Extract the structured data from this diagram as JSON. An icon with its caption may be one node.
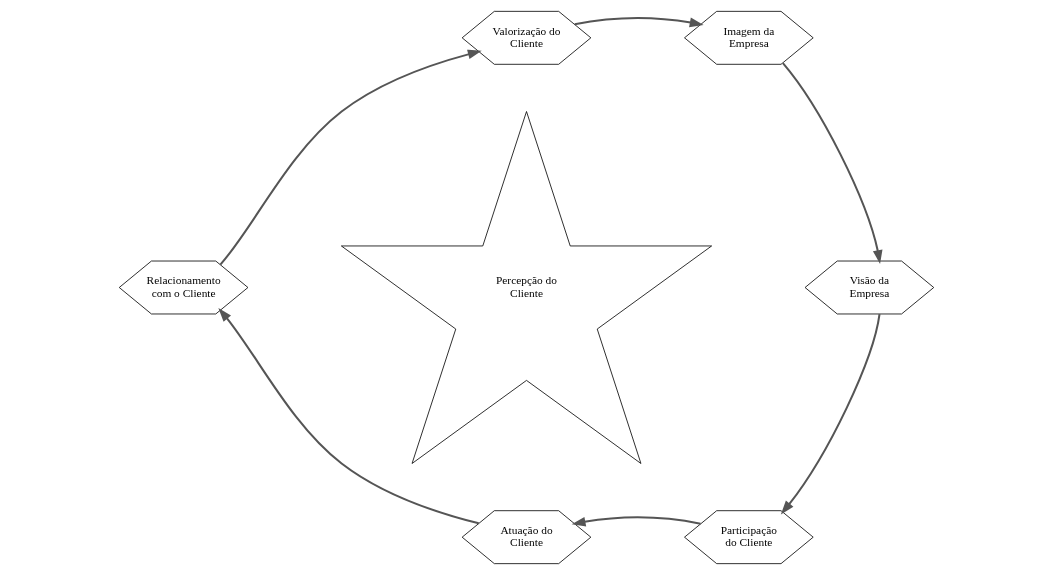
{
  "diagram": {
    "nodes": [
      {
        "text": [
          "Valorização do Cliente"
        ]
      },
      {
        "text": [
          "Imagem da Empresa"
        ]
      },
      {
        "text": [
          "Visão da Empresa"
        ]
      },
      {
        "text": [
          "Participação do Cliente"
        ]
      },
      {
        "text": [
          "Atuação do Cliente"
        ]
      },
      {
        "text": [
          "Relacionamento com o Cliente"
        ]
      },
      {
        "text": [
          "Percepção do Cliente"
        ]
      }
    ],
    "edges": [
      {
        "from": 0,
        "to": 1,
        "arrow": "to"
      },
      {
        "from": 1,
        "to": 2,
        "arrow": "to"
      },
      {
        "from": 2,
        "to": 3,
        "arrow": "to"
      },
      {
        "from": 3,
        "to": 4,
        "arrow": "to"
      },
      {
        "from": 4,
        "to": 5,
        "arrow": "to"
      },
      {
        "from": 5,
        "to": 0,
        "arrow": "to"
      }
    ]
  }
}
